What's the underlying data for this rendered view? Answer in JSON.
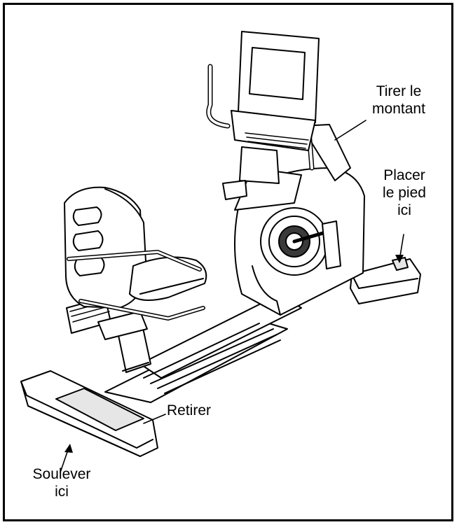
{
  "labels": {
    "pull_upright": {
      "line1": "Tirer le",
      "line2": "montant"
    },
    "place_foot": {
      "line1": "Placer",
      "line2": "le pied",
      "line3": "ici"
    },
    "remove": {
      "line1": "Retirer"
    },
    "lift_here": {
      "line1": "Soulever",
      "line2": "ici"
    }
  },
  "colors": {
    "ink": "#000000",
    "paper": "#ffffff",
    "shade": "#e6e6e6",
    "dark": "#3a3a3a"
  }
}
